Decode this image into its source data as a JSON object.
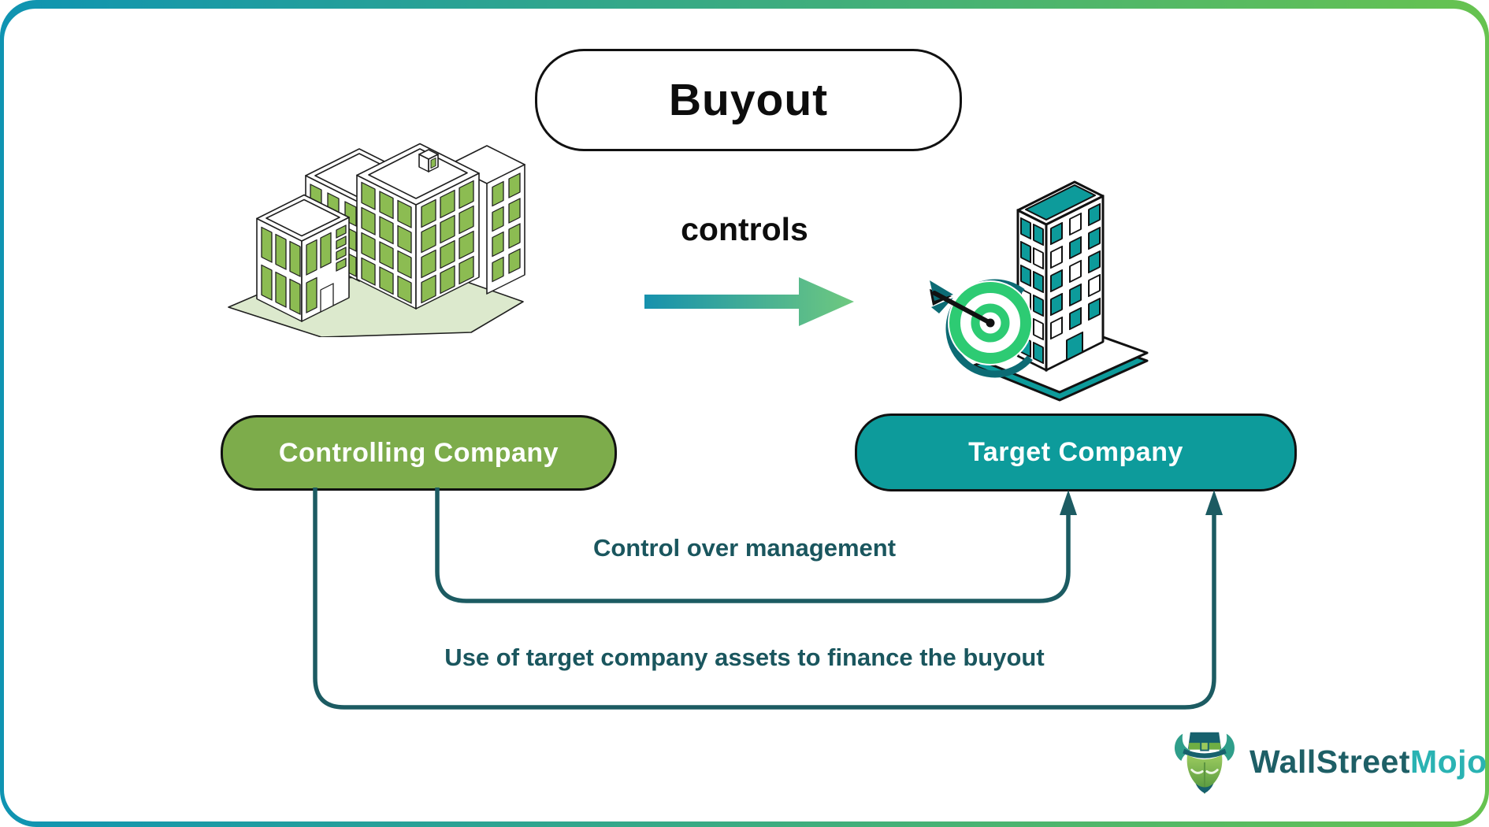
{
  "title": {
    "label": "Buyout"
  },
  "flow": {
    "controls_label": "controls"
  },
  "entities": {
    "controlling": {
      "label": "Controlling Company"
    },
    "target": {
      "label": "Target Company"
    }
  },
  "relations": [
    {
      "label": "Control over management"
    },
    {
      "label": "Use of target company assets to finance the buyout"
    }
  ],
  "logo": {
    "wallstreet": "WallStreet",
    "mojo": "Mojo"
  },
  "icons": {
    "controlling_building": "office-building-green-icon",
    "target_building": "office-tower-teal-icon",
    "bullseye": "bullseye-dart-icon",
    "arrow": "gradient-right-arrow-icon",
    "bull": "wallstreetmojo-bull-mascot-icon"
  },
  "colors": {
    "frame-teal": "#0f94b2",
    "frame-green": "#67c350",
    "green-pill": "#7dac4b",
    "teal-pill": "#0d9b9b",
    "connector": "#1c5b62",
    "label-text": "#1a565e",
    "arrow-teal": "#1691ad",
    "arrow-green": "#6fc97f",
    "building-green": "#8cbc52",
    "base-green": "#dce9cd",
    "ring-green": "#2dcb73",
    "dark-swoosh": "#0c6b74",
    "hat-teal": "#17616d",
    "logo-dark": "#1e5f66",
    "logo-cyan": "#2ab3b3",
    "ink": "#111111"
  }
}
